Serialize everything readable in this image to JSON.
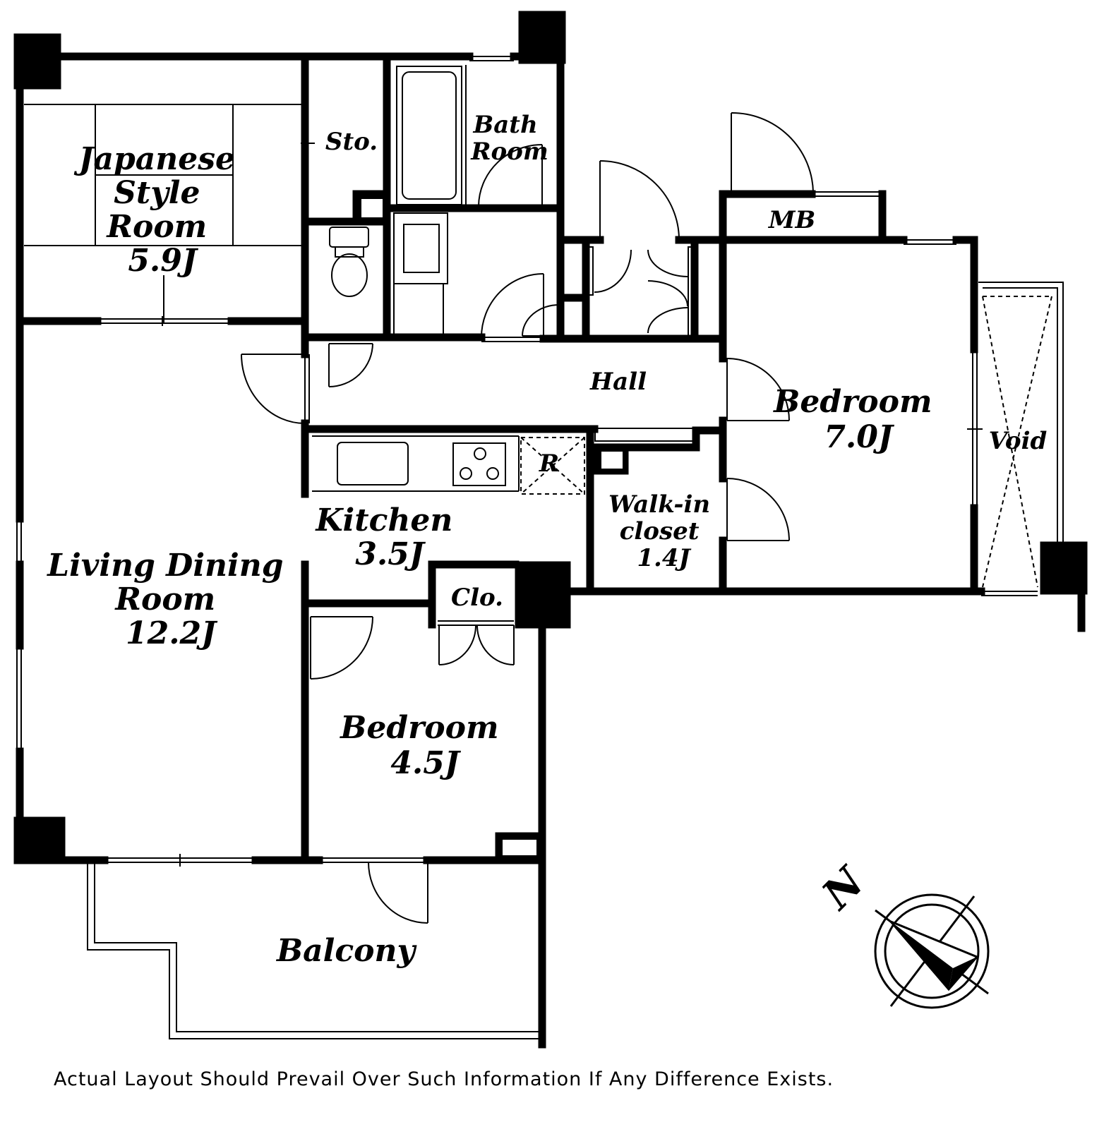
{
  "rooms": {
    "japanese_style_room": {
      "lines": [
        "Japanese",
        "Style",
        "Room",
        "5.9J"
      ]
    },
    "storage": {
      "lines": [
        "Sto."
      ]
    },
    "bath_room": {
      "lines": [
        "Bath",
        "Room"
      ]
    },
    "mb": {
      "lines": [
        "MB"
      ]
    },
    "hall": {
      "lines": [
        "Hall"
      ]
    },
    "bedroom_east": {
      "lines": [
        "Bedroom",
        "7.0J"
      ]
    },
    "void": {
      "lines": [
        "Void"
      ]
    },
    "refrigerator": {
      "lines": [
        "R"
      ]
    },
    "kitchen": {
      "lines": [
        "Kitchen",
        "3.5J"
      ]
    },
    "walk_in_closet": {
      "lines": [
        "Walk-in",
        "closet",
        "1.4J"
      ]
    },
    "living_dining_room": {
      "lines": [
        "Living Dining",
        "Room",
        "12.2J"
      ]
    },
    "closet": {
      "lines": [
        "Clo."
      ]
    },
    "bedroom_south": {
      "lines": [
        "Bedroom",
        "4.5J"
      ]
    },
    "balcony": {
      "lines": [
        "Balcony"
      ]
    }
  },
  "compass": {
    "label": "N"
  },
  "notice": "Actual Layout Should Prevail Over Such Information If Any Difference Exists."
}
